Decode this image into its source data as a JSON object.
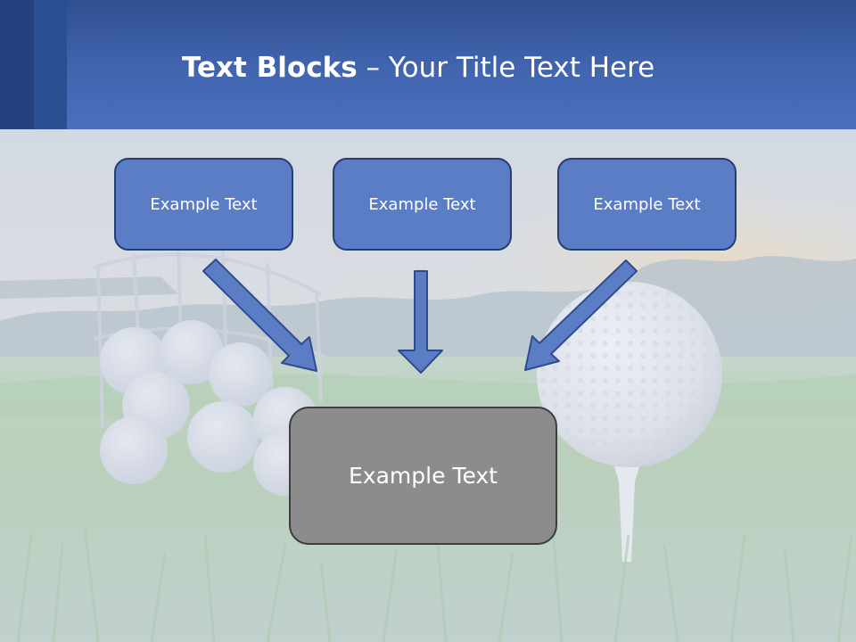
{
  "title": {
    "bold": "Text Blocks",
    "rest": " – Your Title Text Here"
  },
  "boxes": {
    "top_left": "Example Text",
    "top_middle": "Example Text",
    "top_right": "Example Text",
    "center": "Example Text"
  },
  "colors": {
    "header": "#4265b0",
    "box_blue": "#5b7dc6",
    "box_blue_border": "#243e72",
    "box_gray": "#8c8c8c",
    "arrow_fill": "#5b7dc6",
    "arrow_stroke": "#2f4d8c"
  },
  "background": {
    "subject": "golf-ball-on-tee-photo"
  }
}
